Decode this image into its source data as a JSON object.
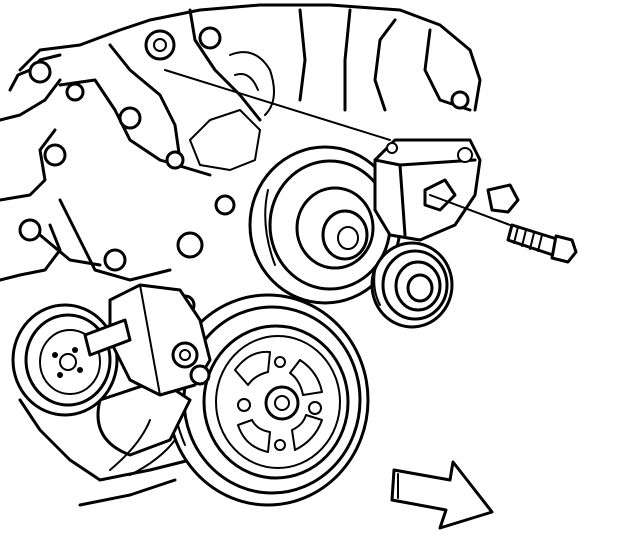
{
  "diagram": {
    "style": "black line-art technical illustration",
    "colors": {
      "line": "#000000",
      "background": "#ffffff"
    },
    "components": [
      {
        "id": "engine-block",
        "icon": "engine-block-outline"
      },
      {
        "id": "water-pump-pulley",
        "icon": "pulley-with-four-holes"
      },
      {
        "id": "crankshaft-balancer",
        "icon": "pulley-with-spokes"
      },
      {
        "id": "idler-pulley",
        "icon": "plain-pulley"
      },
      {
        "id": "drive-belt-tensioner",
        "icon": "tensioner-assembly"
      },
      {
        "id": "tensioner-pulley",
        "icon": "grooved-pulley"
      },
      {
        "id": "tensioner-bolt",
        "icon": "bolt"
      },
      {
        "id": "front-direction-arrow",
        "icon": "hollow-arrow"
      }
    ]
  }
}
